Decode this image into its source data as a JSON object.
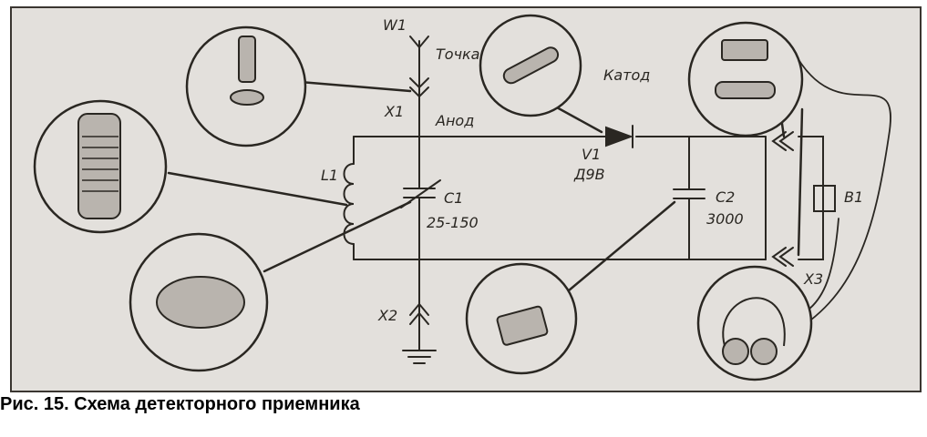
{
  "figure": {
    "caption": "Рис. 15. Схема детекторного приемника",
    "colors": {
      "paper": "#e3e0dc",
      "ink": "#2a2722",
      "border": "#3a3631"
    },
    "labels": {
      "antenna": "W1",
      "antenna_socket": "X1",
      "ground_socket": "X2",
      "coil": "L1",
      "tuning_capacitor": "C1",
      "tuning_capacitor_value": "25-150",
      "diode": "V1",
      "diode_type": "Д9В",
      "block_capacitor": "C2",
      "block_capacitor_value": "3000",
      "phones_socket": "X3",
      "phones": "B1",
      "diode_point": "Точка",
      "diode_cathode": "Катод",
      "diode_anode": "Анод"
    },
    "insets": [
      "antenna-plug",
      "coil",
      "variable-capacitor",
      "diode",
      "capacitor",
      "socket-plug",
      "headphones"
    ]
  }
}
